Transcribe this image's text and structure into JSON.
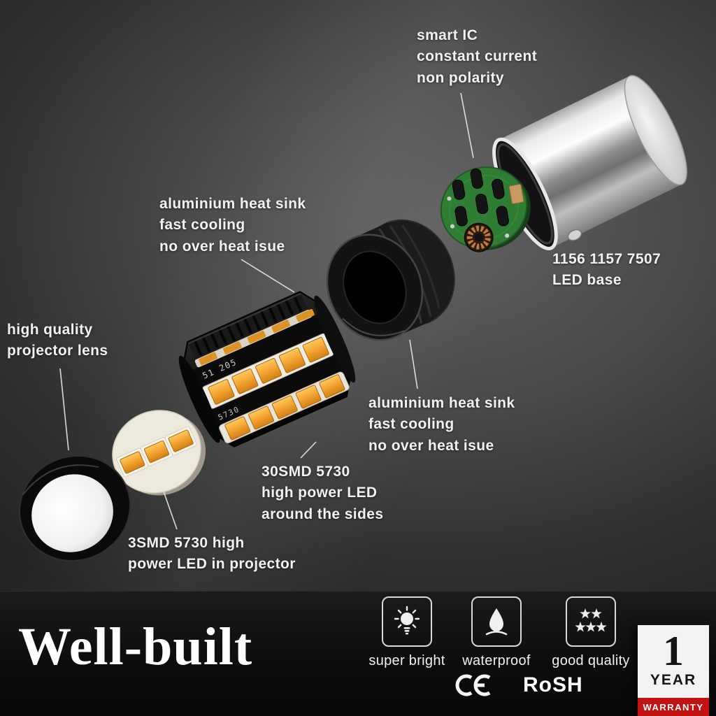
{
  "scene": {
    "labels": {
      "smart_ic": "smart IC\nconstant current\nnon polarity",
      "heat_sink_top": "aluminium heat sink\nfast cooling\nno over heat isue",
      "led_base": "1156 1157 7507\nLED base",
      "projector_lens": "high quality\nprojector lens",
      "heat_sink_bottom": "aluminium heat sink\nfast cooling\nno over heat isue",
      "smd_30": "30SMD 5730\nhigh power LED\naround the sides",
      "smd_3": "3SMD 5730 high\npower LED in projector"
    },
    "markings": {
      "body_top": "51 205",
      "body_bottom": "5730"
    }
  },
  "footer": {
    "title": "Well-built",
    "features": [
      {
        "icon": "bulb-icon",
        "label": "super bright"
      },
      {
        "icon": "waterdrop-icon",
        "label": "waterproof"
      },
      {
        "icon": "stars-icon",
        "label": "good quality"
      }
    ],
    "certifications": {
      "ce": "CE",
      "rosh": "RoSH"
    },
    "warranty": {
      "number": "1",
      "unit": "YEAR",
      "band": "WARRANTY"
    }
  },
  "colors": {
    "led_orange": "#f3a230",
    "pcb_green": "#2e7d32",
    "warranty_red": "#c31212",
    "label_text": "#f2f2f2"
  }
}
